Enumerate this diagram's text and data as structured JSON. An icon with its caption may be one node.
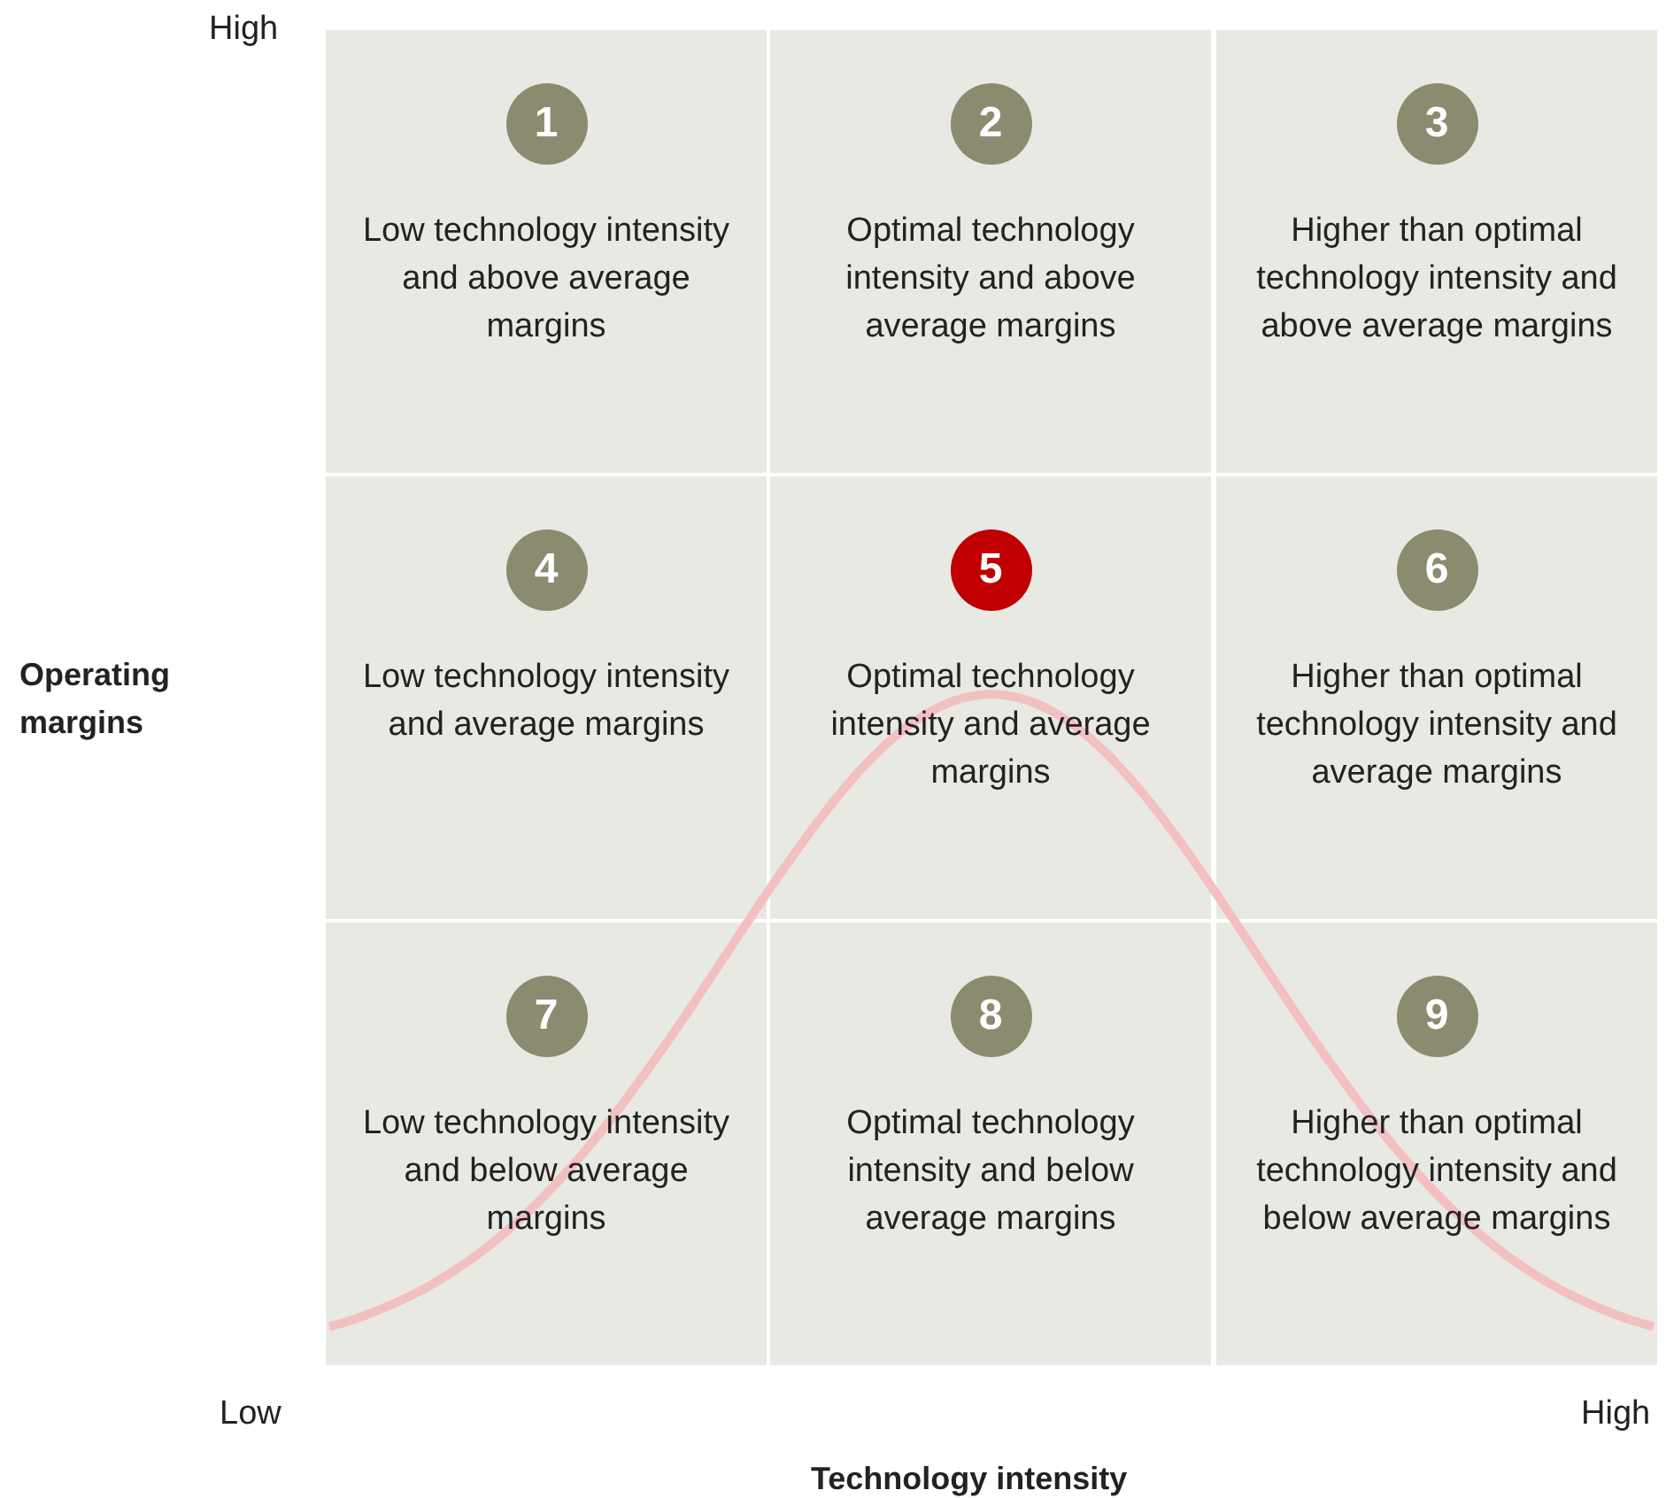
{
  "diagram": {
    "nodes": [
      {
        "text": [
          "Low technology intensity and above average margins"
        ]
      },
      {
        "text": [
          "1"
        ],
        "in": 0
      },
      {
        "text": [
          "Optimal technology intensity and above average margins"
        ]
      },
      {
        "text": [
          "2"
        ],
        "in": 2
      },
      {
        "text": [
          "Higher than optimal technology intensity and above average margins"
        ]
      },
      {
        "text": [
          "3"
        ],
        "in": 4
      },
      {
        "text": [
          "Low technology intensity and average margins"
        ]
      },
      {
        "text": [
          "4"
        ],
        "in": 6
      },
      {
        "text": [
          "Optimal technology intensity and average margins"
        ]
      },
      {
        "text": [
          "5"
        ],
        "in": 8
      },
      {
        "text": [
          "Higher than optimal technology intensity and average margins"
        ]
      },
      {
        "text": [
          "6"
        ],
        "in": 10
      },
      {
        "text": [
          "Low technology intensity and below average margins"
        ]
      },
      {
        "text": [
          "7"
        ],
        "in": 12
      },
      {
        "text": [
          "Optimal technology intensity and below average margins"
        ]
      },
      {
        "text": [
          "8"
        ],
        "in": 14
      },
      {
        "text": [
          "Higher than optimal technology intensity and below average margins"
        ]
      },
      {
        "text": [
          "9"
        ],
        "in": 16
      }
    ],
    "edges": [],
    "labels": [
      "High",
      "Operating margins",
      "Low",
      "High",
      "Technology intensity"
    ]
  }
}
